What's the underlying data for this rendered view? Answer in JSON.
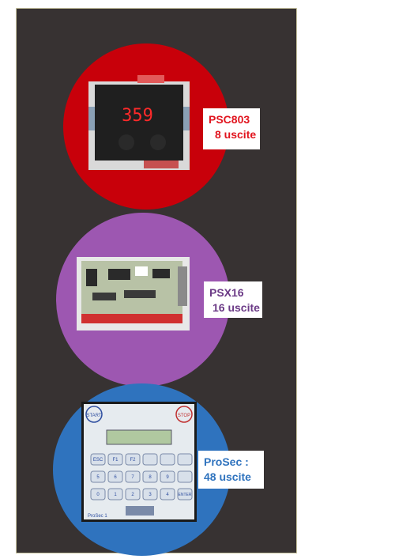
{
  "devices": [
    {
      "line1": "PSC803",
      "line2": "8 uscite",
      "display": "359"
    },
    {
      "line1": "PSX16",
      "line2": "16 uscite"
    },
    {
      "line1": "ProSec :",
      "line2": "48 uscite",
      "keys": {
        "start": "START",
        "stop": "STOP",
        "esc": "ESC",
        "f1": "F1",
        "f2": "F2",
        "enter": "ENTER",
        "n5": "5",
        "n6": "6",
        "n7": "7",
        "n8": "8",
        "n9": "9",
        "n0": "0",
        "n1": "1",
        "n2": "2",
        "n3": "3",
        "n4": "4"
      },
      "brand": "ProSec 1"
    }
  ],
  "colors": {
    "panel": "#373232",
    "red": "#c8000a",
    "purple": "#9d57b1",
    "blue": "#2f73be"
  }
}
